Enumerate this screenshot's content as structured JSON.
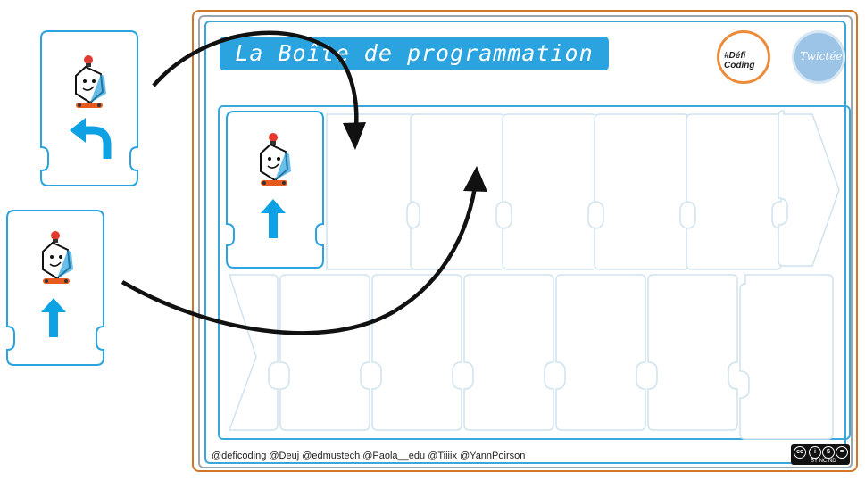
{
  "board": {
    "title": "La Boîte de programmation",
    "credits": "@deficoding @Deuj @edmustech @Paola__edu @Tiiiix @YannPoirson",
    "logos": {
      "defi": "#Défi Coding",
      "twictee": "Twictée",
      "license_caption": "BY NC ND"
    }
  },
  "cards": [
    {
      "id": "turn-left-card",
      "robot_icon": "robot-icon",
      "arrow_icon": "turn-left-arrow-icon"
    },
    {
      "id": "forward-card-outside",
      "robot_icon": "robot-icon",
      "arrow_icon": "forward-arrow-icon"
    },
    {
      "id": "forward-card-placed",
      "robot_icon": "robot-icon",
      "arrow_icon": "forward-arrow-icon"
    }
  ],
  "colors": {
    "blue": "#2aa3df",
    "orange": "#d2772a",
    "gray": "#9aa6ad",
    "arrow": "#111111",
    "robot_red": "#e23b2e"
  }
}
